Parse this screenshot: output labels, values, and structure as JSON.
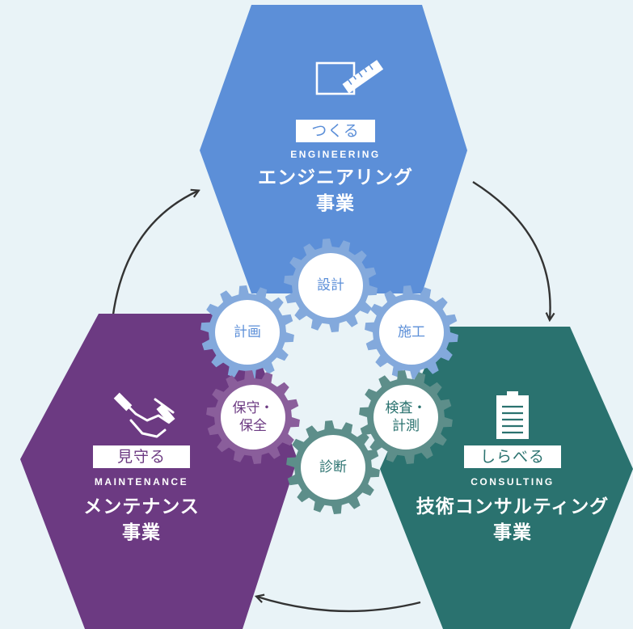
{
  "colors": {
    "background": "#e9f3f7",
    "engineering": "#5c8fd8",
    "consulting": "#2a726f",
    "maintenance": "#6c3a82",
    "gear_blue": "#83a9dc",
    "gear_teal": "#5d8e8a",
    "gear_purple": "#8a5e9b",
    "arrow": "#333333"
  },
  "engineering": {
    "icon": "drafting-ruler-icon",
    "pill": "つくる",
    "en_label": "ENGINEERING",
    "jp_line1": "エンジニアリング",
    "jp_line2": "事業"
  },
  "consulting": {
    "icon": "clipboard-icon",
    "pill": "しらべる",
    "en_label": "CONSULTING",
    "jp_line1": "技術コンサルティング",
    "jp_line2": "事業"
  },
  "maintenance": {
    "icon": "handshake-icon",
    "pill": "見守る",
    "en_label": "MAINTENANCE",
    "jp_line1": "メンテナンス",
    "jp_line2": "事業"
  },
  "gears": {
    "design": "設計",
    "construction": "施工",
    "inspection_1": "検査・",
    "inspection_2": "計測",
    "diagnosis": "診断",
    "maintenance_1": "保守・",
    "maintenance_2": "保全",
    "planning": "計画"
  }
}
